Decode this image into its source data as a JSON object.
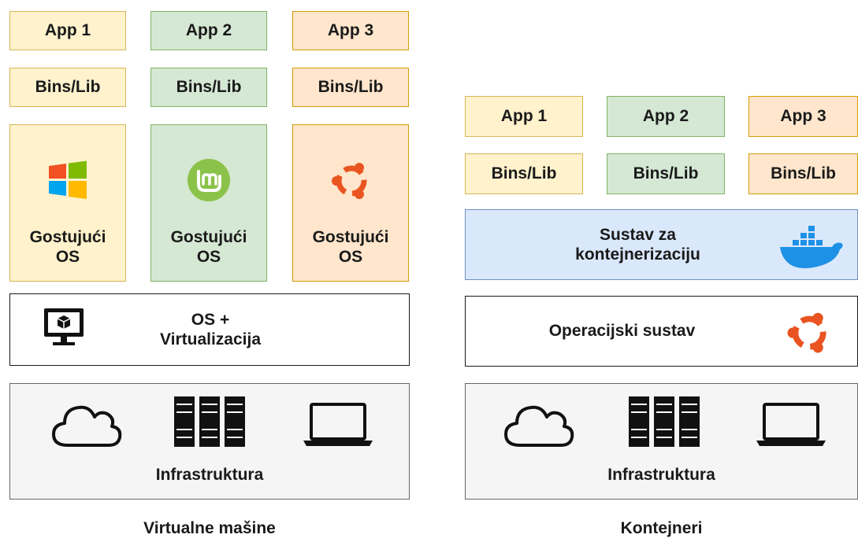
{
  "vm": {
    "apps": [
      "App 1",
      "App 2",
      "App 3"
    ],
    "bins": [
      "Bins/Lib",
      "Bins/Lib",
      "Bins/Lib"
    ],
    "guest_os": [
      "Gostujući\nOS",
      "Gostujući\nOS",
      "Gostujući\nOS"
    ],
    "guest_os_icons": [
      "windows-icon",
      "linux-mint-icon",
      "ubuntu-icon"
    ],
    "hypervisor": "OS +\nVirtualizacija",
    "hypervisor_icon": "virtual-machine-monitor-icon",
    "infra": "Infrastruktura",
    "infra_icons": [
      "cloud-icon",
      "server-rack-icon",
      "laptop-icon"
    ],
    "caption": "Virtualne mašine"
  },
  "containers": {
    "apps": [
      "App 1",
      "App 2",
      "App 3"
    ],
    "bins": [
      "Bins/Lib",
      "Bins/Lib",
      "Bins/Lib"
    ],
    "engine": "Sustav za\nkontejnerizaciju",
    "engine_icon": "docker-icon",
    "host_os": "Operacijski sustav",
    "host_os_icon": "ubuntu-icon",
    "infra": "Infrastruktura",
    "infra_icons": [
      "cloud-icon",
      "server-rack-icon",
      "laptop-icon"
    ],
    "caption": "Kontejneri"
  },
  "colors": {
    "yellow_fill": "#fff2cc",
    "green_fill": "#d5e8d4",
    "orange_fill": "#ffe6cc",
    "blue_fill": "#dae8fc",
    "infra_fill": "#f5f5f5"
  }
}
